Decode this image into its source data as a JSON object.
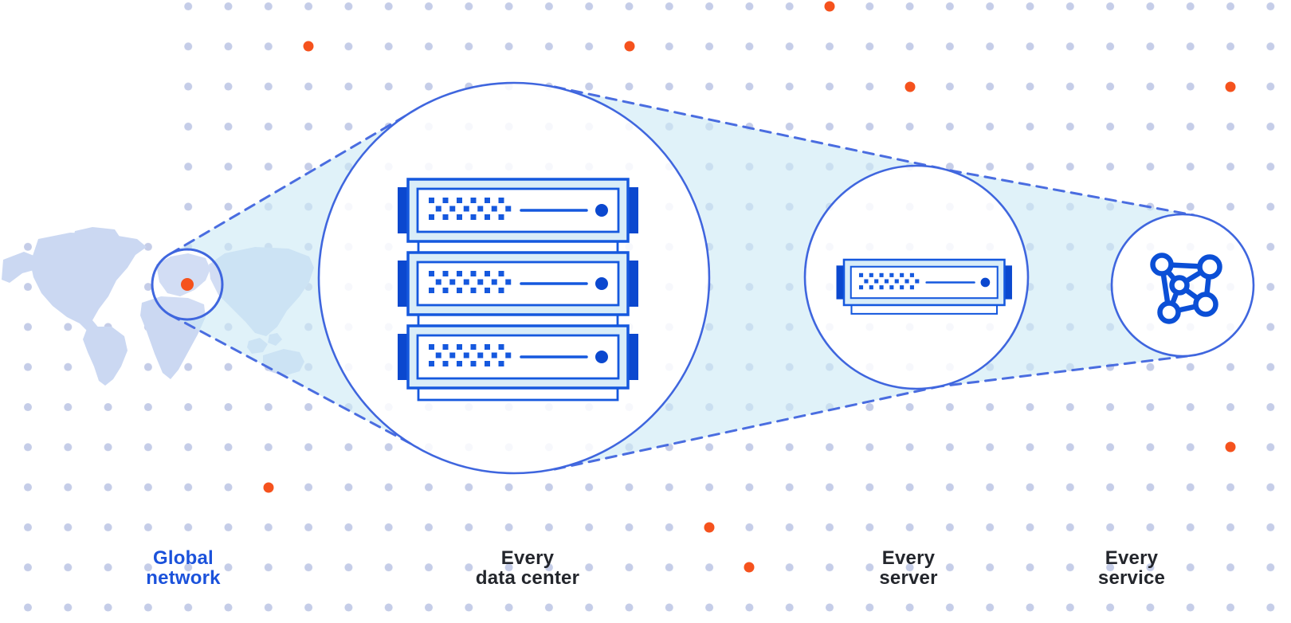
{
  "diagram": {
    "description": "Global network funnel diagram: world map zooming into data center, server, and service",
    "stages": [
      {
        "id": "global-network",
        "label_line1": "Global",
        "label_line2": "network",
        "icon": "world-map-marker-icon"
      },
      {
        "id": "every-data-center",
        "label_line1": "Every",
        "label_line2": "data center",
        "icon": "server-stack-icon",
        "server_count": 3
      },
      {
        "id": "every-server",
        "label_line1": "Every",
        "label_line2": "server",
        "icon": "server-icon"
      },
      {
        "id": "every-service",
        "label_line1": "Every",
        "label_line2": "service",
        "icon": "network-mesh-icon"
      }
    ],
    "colors": {
      "accent_blue": "#1558DE",
      "deep_blue": "#0B48CF",
      "outline_blue": "#3F66DE",
      "dash_blue": "#4A6DE0",
      "funnel_cyan": "#E3F2F8",
      "server_panel_tint": "#D9EDF8",
      "map_blue": "#CBD8F2",
      "grid_dot_lavender": "#C5CDE8",
      "marker_orange": "#F5521D",
      "label_dark": "#23262C",
      "label_blue": "#1B52DB"
    }
  }
}
